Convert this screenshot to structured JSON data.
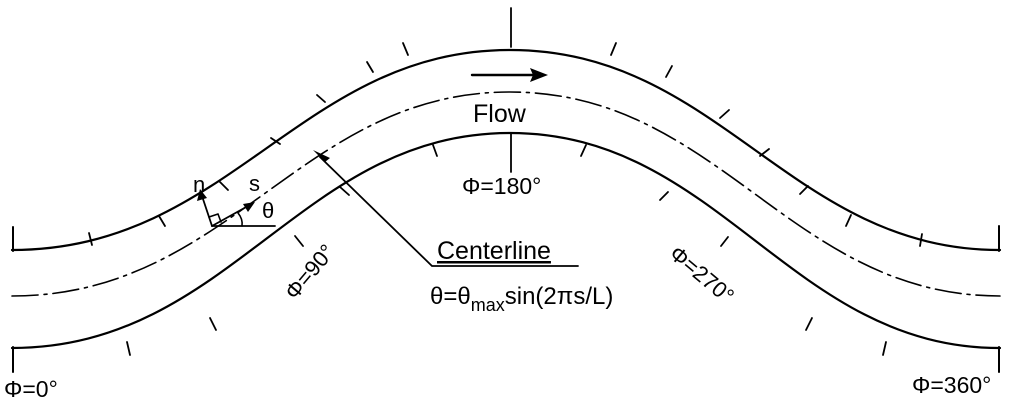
{
  "diagram": {
    "labels": {
      "phi_0": "Φ=0°",
      "phi_90": "Φ=90°",
      "phi_180": "Φ=180°",
      "phi_270": "Φ=270°",
      "phi_360": "Φ=360°",
      "flow": "Flow",
      "centerline": "Centerline",
      "n": "n",
      "s": "s",
      "theta": "θ"
    },
    "equation": {
      "lhs": "θ=θ",
      "subscript": "max",
      "rhs": "sin(2πs/L)"
    }
  }
}
